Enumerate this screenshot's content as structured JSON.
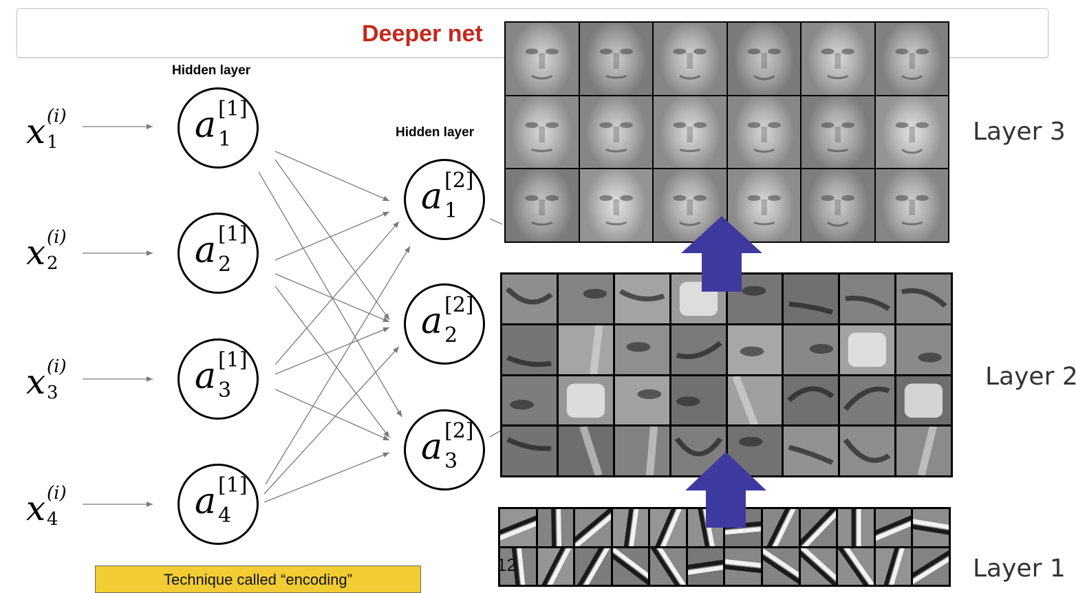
{
  "slide": {
    "title": "Deeper net",
    "hidden_layer_1_label": "Hidden layer",
    "hidden_layer_2_label": "Hidden layer",
    "note": "Technique called “encoding”",
    "page_number": "12"
  },
  "inputs": [
    {
      "symbol": "x",
      "sup": "(i)",
      "sub": "1"
    },
    {
      "symbol": "x",
      "sup": "(i)",
      "sub": "2"
    },
    {
      "symbol": "x",
      "sup": "(i)",
      "sub": "3"
    },
    {
      "symbol": "x",
      "sup": "(i)",
      "sub": "4"
    }
  ],
  "layer1_nodes": [
    {
      "symbol": "a",
      "sup": "[1]",
      "sub": "1"
    },
    {
      "symbol": "a",
      "sup": "[1]",
      "sub": "2"
    },
    {
      "symbol": "a",
      "sup": "[1]",
      "sub": "3"
    },
    {
      "symbol": "a",
      "sup": "[1]",
      "sub": "4"
    }
  ],
  "layer2_nodes": [
    {
      "symbol": "a",
      "sup": "[2]",
      "sub": "1"
    },
    {
      "symbol": "a",
      "sup": "[2]",
      "sub": "2"
    },
    {
      "symbol": "a",
      "sup": "[2]",
      "sub": "3"
    }
  ],
  "feature_panels": {
    "layer3_label": "Layer 3",
    "layer2_label": "Layer 2",
    "layer1_label": "Layer 1",
    "arrow_color": "#3f3aa0"
  },
  "colors": {
    "title": "#c4281c",
    "note_background": "#f1cc32",
    "connection": "#7a7a7a"
  }
}
